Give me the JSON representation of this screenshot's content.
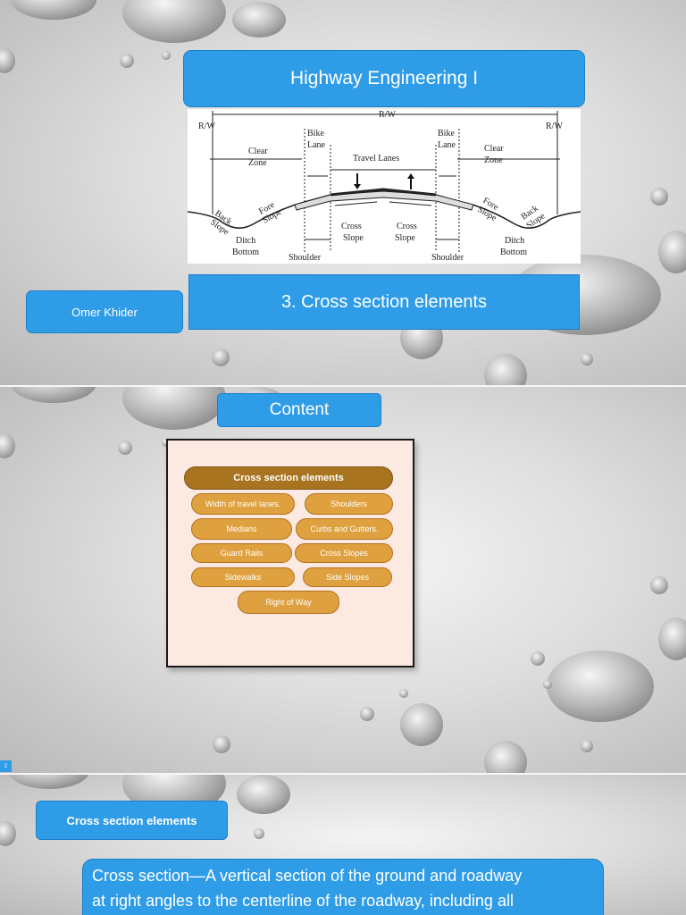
{
  "slide1": {
    "title": "Highway Engineering I",
    "subtitle": "3. Cross section elements",
    "author": "Omer Khider",
    "diagram_labels": {
      "rw_top": "R/W",
      "rw_left": "R/W",
      "rw_right": "R/W",
      "clear_zone_left": [
        "Clear",
        "Zone"
      ],
      "clear_zone_right": [
        "Clear",
        "Zone"
      ],
      "bike_lane_left": [
        "Bike",
        "Lane"
      ],
      "bike_lane_right": [
        "Bike",
        "Lane"
      ],
      "travel_lanes": "Travel Lanes",
      "back_slope_left": [
        "Back",
        "Slope"
      ],
      "back_slope_right": [
        "Back",
        "Slope"
      ],
      "fore_slope_left": [
        "Fore",
        "Slope"
      ],
      "fore_slope_right": [
        "Fore",
        "Slope"
      ],
      "cross_slope_left": [
        "Cross",
        "Slope"
      ],
      "cross_slope_right": [
        "Cross",
        "Slope"
      ],
      "ditch_bottom_left": [
        "Ditch",
        "Bottom"
      ],
      "ditch_bottom_right": [
        "Ditch",
        "Bottom"
      ],
      "shoulder_left": "Shoulder",
      "shoulder_right": "Shoulder"
    }
  },
  "slide2": {
    "title": "Content",
    "header": "Cross section elements",
    "items": [
      "Width of travel lanes.",
      "Shoulders",
      "Medians",
      "Curbs and Gutters.",
      "Guard Rails",
      "Cross Slopes",
      "Sidewalks",
      "Side Slopes",
      "Right of Way"
    ],
    "page_number": "2"
  },
  "slide3": {
    "title": "Cross section elements",
    "body_lines": [
      "Cross section—A vertical section of the ground and roadway",
      "at right angles to the centerline of  the roadway, including all"
    ]
  },
  "colors": {
    "accent_blue": "#2f9ce8",
    "pill_orange": "#dfa13f",
    "pill_header": "#a9741f"
  }
}
